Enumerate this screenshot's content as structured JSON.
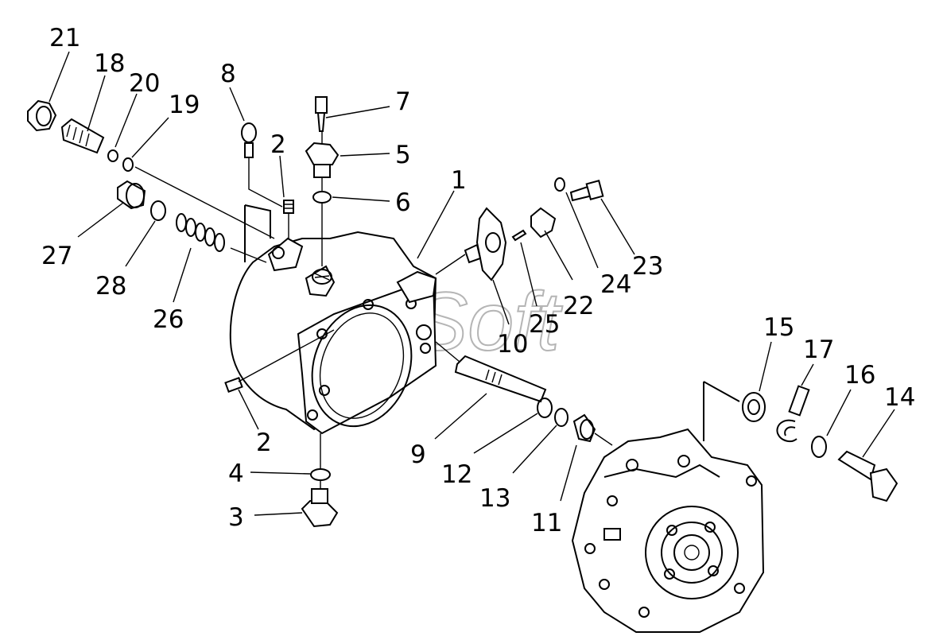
{
  "watermark": "AutoSoft",
  "callouts": [
    "21",
    "18",
    "20",
    "19",
    "8",
    "7",
    "2",
    "5",
    "1",
    "6",
    "23",
    "27",
    "28",
    "26",
    "24",
    "22",
    "25",
    "10",
    "15",
    "17",
    "16",
    "14",
    "2",
    "9",
    "12",
    "4",
    "13",
    "3",
    "11"
  ]
}
